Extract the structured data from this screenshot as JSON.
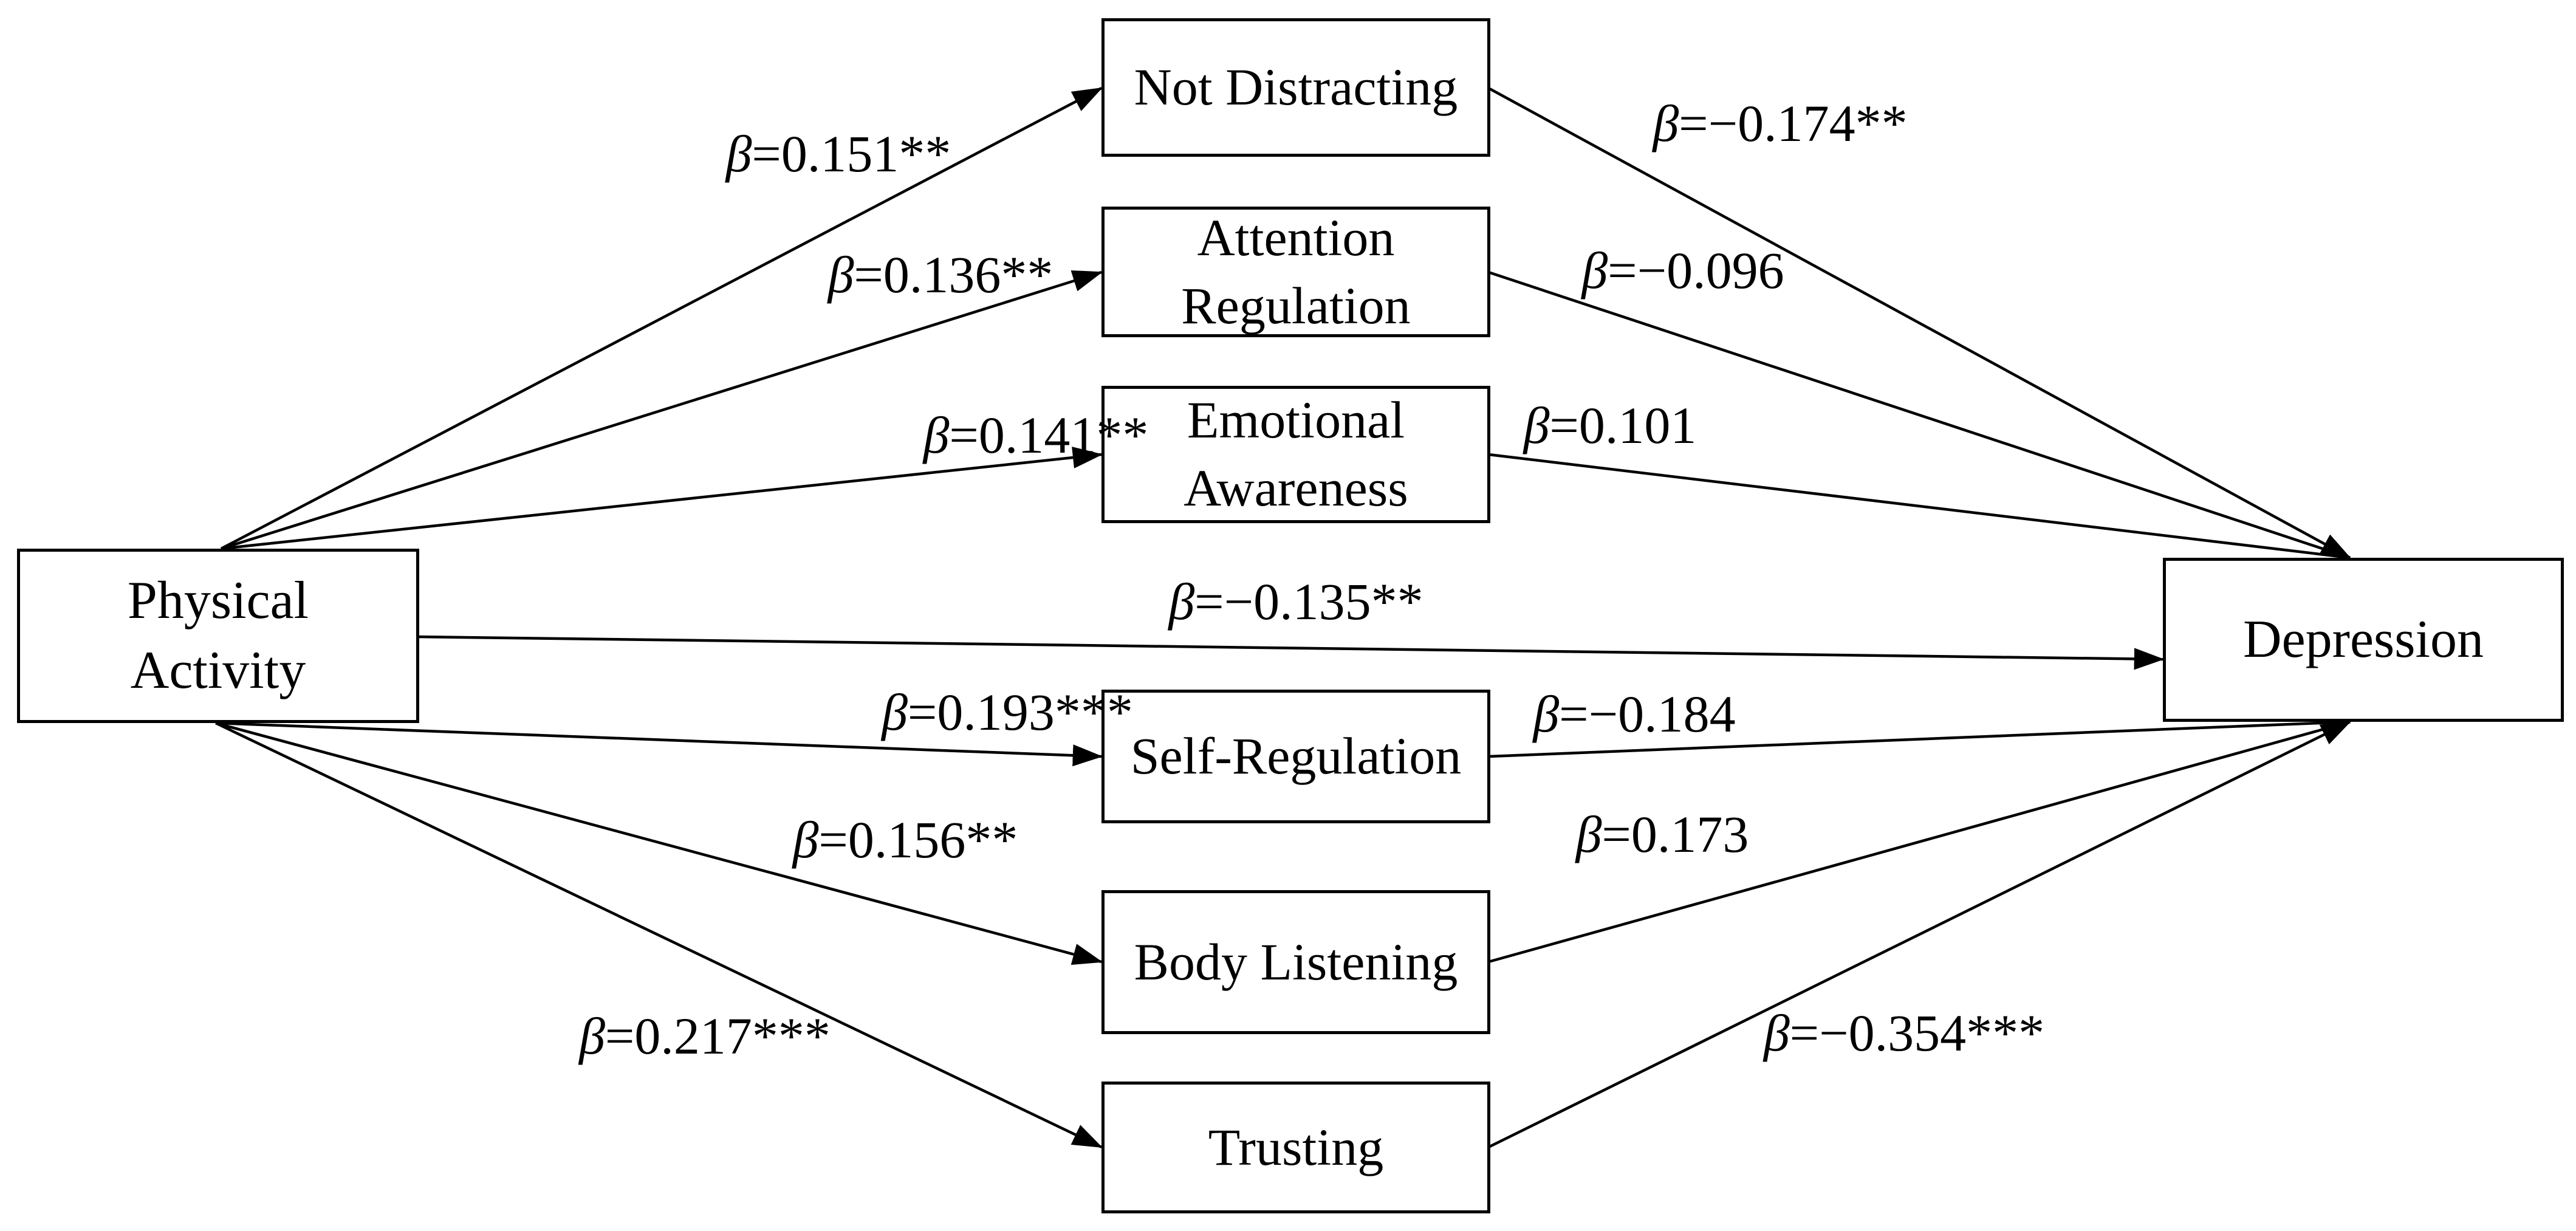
{
  "figure": {
    "type": "mediation-path-diagram",
    "predictor": {
      "label": "Physical Activity",
      "lines": [
        "Physical",
        "Activity"
      ]
    },
    "outcome": {
      "label": "Depression",
      "lines": [
        "Depression"
      ]
    },
    "direct_path": {
      "from": "Physical Activity",
      "to": "Depression",
      "label": "β=−0.135**"
    },
    "mediators": [
      {
        "name": "Not Distracting",
        "lines": [
          "Not Distracting"
        ],
        "a_path": "β=0.151**",
        "b_path": "β=−0.174**"
      },
      {
        "name": "Attention Regulation",
        "lines": [
          "Attention",
          "Regulation"
        ],
        "a_path": "β=0.136**",
        "b_path": "β=−0.096"
      },
      {
        "name": "Emotional Awareness",
        "lines": [
          "Emotional",
          "Awareness"
        ],
        "a_path": "β=0.141**",
        "b_path": "β=0.101"
      },
      {
        "name": "Self-Regulation",
        "lines": [
          "Self-Regulation"
        ],
        "a_path": "β=0.193***",
        "b_path": "β=−0.184"
      },
      {
        "name": "Body Listening",
        "lines": [
          "Body Listening"
        ],
        "a_path": "β=0.156**",
        "b_path": "β=0.173"
      },
      {
        "name": "Trusting",
        "lines": [
          "Trusting"
        ],
        "a_path": "β=0.217***",
        "b_path": "β=−0.354***"
      }
    ],
    "colors": {
      "line": "#000000",
      "box_border": "#000000",
      "text": "#000000",
      "background": "#ffffff"
    }
  }
}
